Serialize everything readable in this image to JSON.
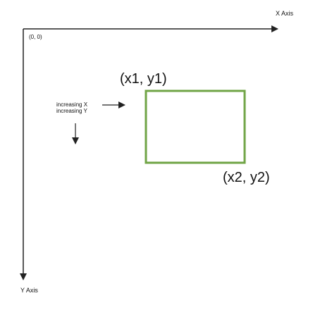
{
  "axes": {
    "x_label": "X Axis",
    "y_label": "Y Axis",
    "origin_label": "(0, 0)"
  },
  "rectangle": {
    "top_left_label": "(x1, y1)",
    "bottom_right_label": "(x2, y2)",
    "stroke_color": "#70a446"
  },
  "direction_hints": {
    "x_text": "increasing X",
    "y_text": "increasing Y"
  },
  "colors": {
    "axis": "#222222",
    "background": "#ffffff"
  }
}
